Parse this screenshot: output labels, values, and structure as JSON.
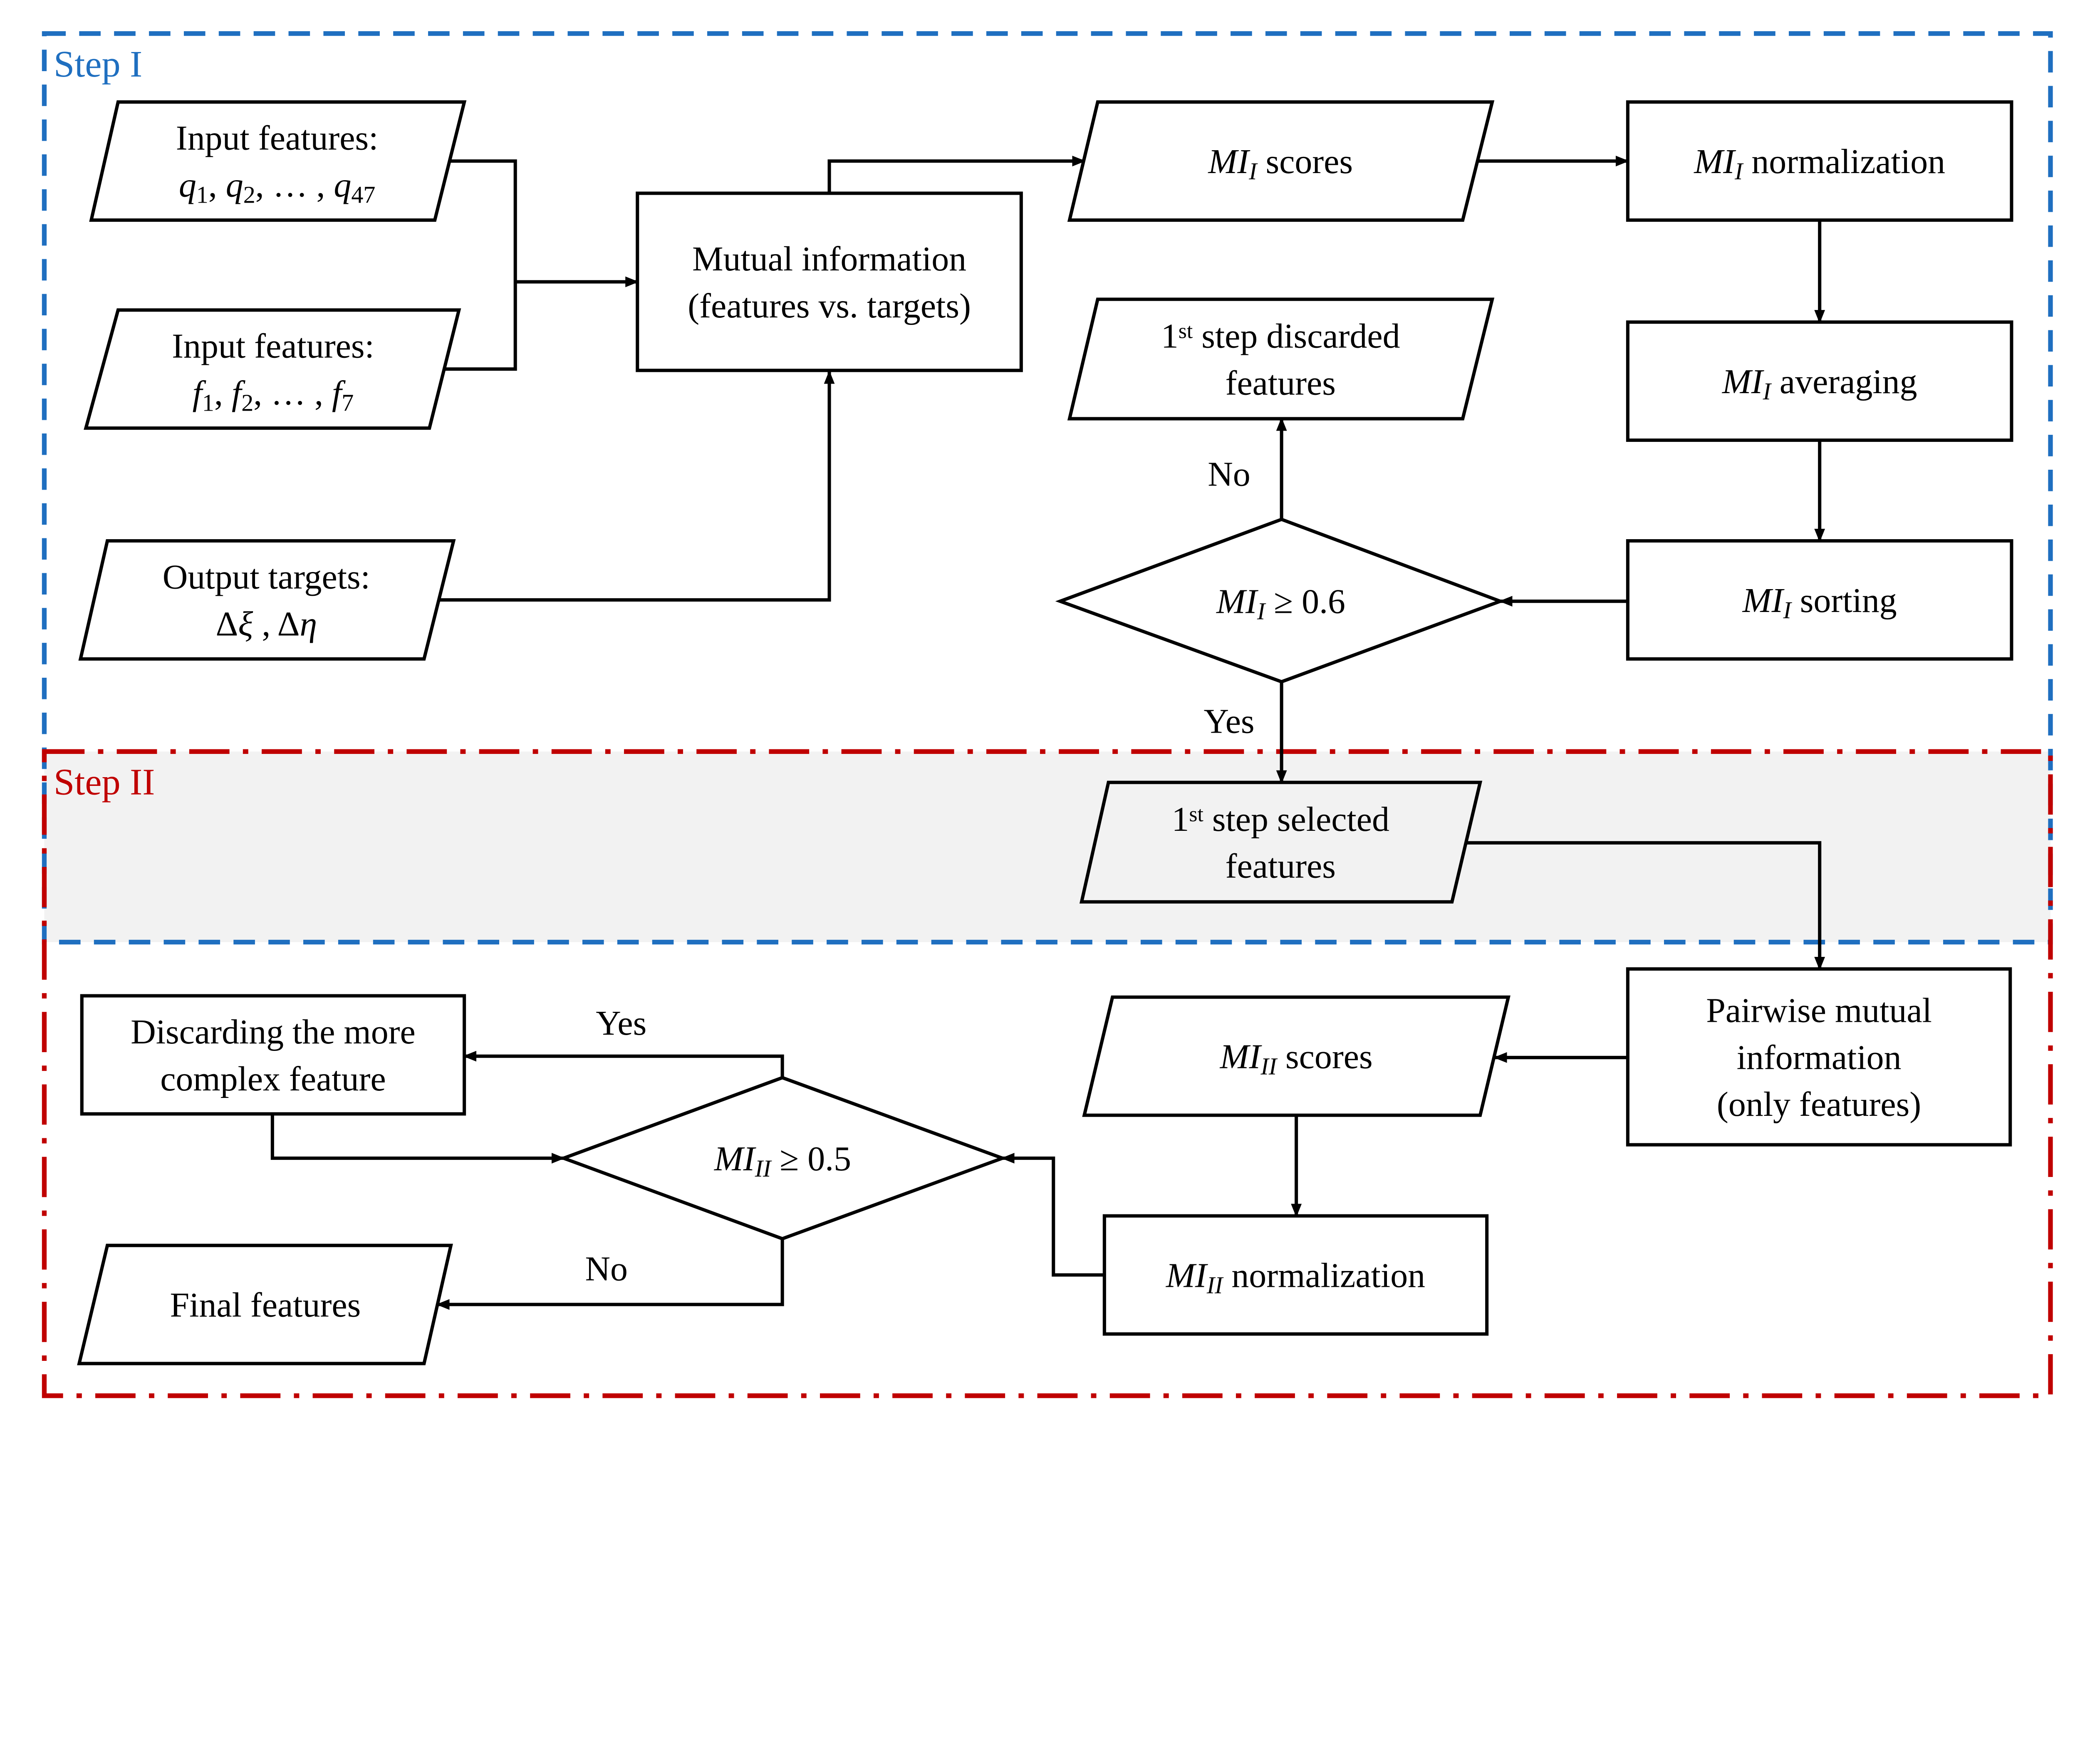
{
  "colors": {
    "step1": "#1f6fc0",
    "step2": "#c00000",
    "step2_fill": "#f2f2f2"
  },
  "regions": {
    "step1_label": "Step I",
    "step2_label": "Step II"
  },
  "nodes": {
    "input_q": {
      "shape": "parallelogram",
      "lines": [
        [
          {
            "t": "Input features:"
          }
        ],
        [
          {
            "t": "q",
            "i": 1
          },
          {
            "t": "1",
            "sub": 1
          },
          {
            "t": ", "
          },
          {
            "t": "q",
            "i": 1
          },
          {
            "t": "2",
            "sub": 1
          },
          {
            "t": ", … , "
          },
          {
            "t": "q",
            "i": 1
          },
          {
            "t": "47",
            "sub": 1
          }
        ]
      ]
    },
    "input_f": {
      "shape": "parallelogram",
      "lines": [
        [
          {
            "t": "Input features:"
          }
        ],
        [
          {
            "t": "f",
            "i": 1
          },
          {
            "t": "1",
            "sub": 1
          },
          {
            "t": ", "
          },
          {
            "t": "f",
            "i": 1
          },
          {
            "t": "2",
            "sub": 1
          },
          {
            "t": ", … , "
          },
          {
            "t": "f",
            "i": 1
          },
          {
            "t": "7",
            "sub": 1
          }
        ]
      ]
    },
    "output_targets": {
      "shape": "parallelogram",
      "lines": [
        [
          {
            "t": "Output targets:"
          }
        ],
        [
          {
            "t": "Δ"
          },
          {
            "t": "ξ",
            "i": 1
          },
          {
            "t": " , Δ"
          },
          {
            "t": "η",
            "i": 1
          }
        ]
      ]
    },
    "mutual_info": {
      "shape": "rect",
      "lines": [
        [
          {
            "t": "Mutual information"
          }
        ],
        [
          {
            "t": "(features vs. targets)"
          }
        ]
      ]
    },
    "mi1_scores": {
      "shape": "parallelogram",
      "lines": [
        [
          {
            "t": "MI",
            "i": 1
          },
          {
            "t": "I",
            "i": 1,
            "sub": 1
          },
          {
            "t": " scores"
          }
        ]
      ]
    },
    "mi1_norm": {
      "shape": "rect",
      "lines": [
        [
          {
            "t": "MI",
            "i": 1
          },
          {
            "t": "I",
            "i": 1,
            "sub": 1
          },
          {
            "t": " normalization"
          }
        ]
      ]
    },
    "mi1_avg": {
      "shape": "rect",
      "lines": [
        [
          {
            "t": "MI",
            "i": 1
          },
          {
            "t": "I",
            "i": 1,
            "sub": 1
          },
          {
            "t": " averaging"
          }
        ]
      ]
    },
    "mi1_sort": {
      "shape": "rect",
      "lines": [
        [
          {
            "t": "MI",
            "i": 1
          },
          {
            "t": "I",
            "i": 1,
            "sub": 1
          },
          {
            "t": " sorting"
          }
        ]
      ]
    },
    "decision1": {
      "shape": "diamond",
      "lines": [
        [
          {
            "t": "MI",
            "i": 1
          },
          {
            "t": "I",
            "i": 1,
            "sub": 1
          },
          {
            "t": " ≥ 0.6"
          }
        ]
      ]
    },
    "discarded1": {
      "shape": "parallelogram",
      "lines": [
        [
          {
            "t": "1"
          },
          {
            "t": "st",
            "sup": 1
          },
          {
            "t": " step discarded"
          }
        ],
        [
          {
            "t": "features"
          }
        ]
      ]
    },
    "selected1": {
      "shape": "parallelogram",
      "lines": [
        [
          {
            "t": "1"
          },
          {
            "t": "st",
            "sup": 1
          },
          {
            "t": " step selected"
          }
        ],
        [
          {
            "t": "features"
          }
        ]
      ]
    },
    "pairwise": {
      "shape": "rect",
      "lines": [
        [
          {
            "t": "Pairwise mutual"
          }
        ],
        [
          {
            "t": "information"
          }
        ],
        [
          {
            "t": "(only features)"
          }
        ]
      ]
    },
    "mi2_scores": {
      "shape": "parallelogram",
      "lines": [
        [
          {
            "t": "MI",
            "i": 1
          },
          {
            "t": "II",
            "i": 1,
            "sub": 1
          },
          {
            "t": " scores"
          }
        ]
      ]
    },
    "mi2_norm": {
      "shape": "rect",
      "lines": [
        [
          {
            "t": "MI",
            "i": 1
          },
          {
            "t": "II",
            "i": 1,
            "sub": 1
          },
          {
            "t": " normalization"
          }
        ]
      ]
    },
    "decision2": {
      "shape": "diamond",
      "lines": [
        [
          {
            "t": "MI",
            "i": 1
          },
          {
            "t": "II",
            "i": 1,
            "sub": 1
          },
          {
            "t": " ≥ 0.5"
          }
        ]
      ]
    },
    "discarding": {
      "shape": "rect",
      "lines": [
        [
          {
            "t": "Discarding the more"
          }
        ],
        [
          {
            "t": "complex feature"
          }
        ]
      ]
    },
    "final": {
      "shape": "parallelogram",
      "lines": [
        [
          {
            "t": "Final features"
          }
        ]
      ]
    }
  },
  "edge_labels": {
    "d1_no": "No",
    "d1_yes": "Yes",
    "d2_yes": "Yes",
    "d2_no": "No"
  }
}
